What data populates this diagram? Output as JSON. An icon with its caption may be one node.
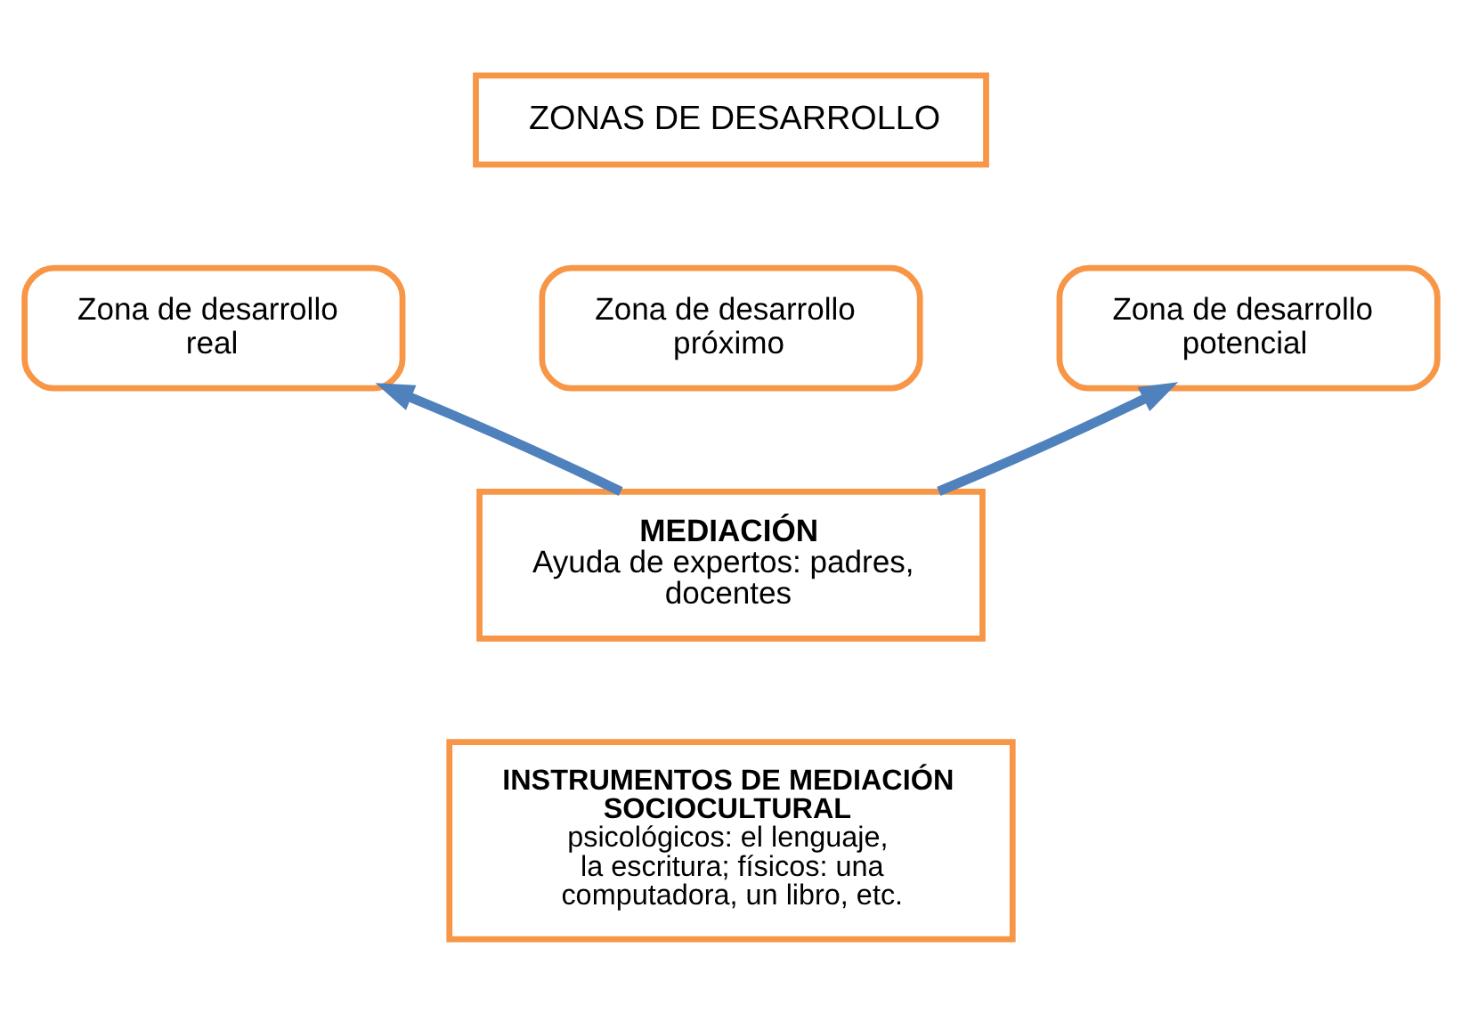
{
  "diagram": {
    "nodes": [
      {
        "text": [
          "ZONAS DE DESARROLLO"
        ]
      },
      {
        "text": [
          "Zona de desarrollo real"
        ]
      },
      {
        "text": [
          "Zona de desarrollo próximo"
        ]
      },
      {
        "text": [
          "Zona de desarrollo potencial"
        ]
      },
      {
        "text": [
          "MEDIACIÓN",
          "Ayuda de expertos: padres, docentes"
        ]
      },
      {
        "text": [
          "INSTRUMENTOS DE MEDIACIÓN SOCIOCULTURAL",
          "psicológicos: el lenguaje, la escritura; físicos: una computadora, un libro, etc."
        ]
      }
    ],
    "edges": [
      {
        "from": 4,
        "to": 1,
        "arrow": "to"
      },
      {
        "from": 4,
        "to": 3,
        "arrow": "to"
      }
    ]
  }
}
